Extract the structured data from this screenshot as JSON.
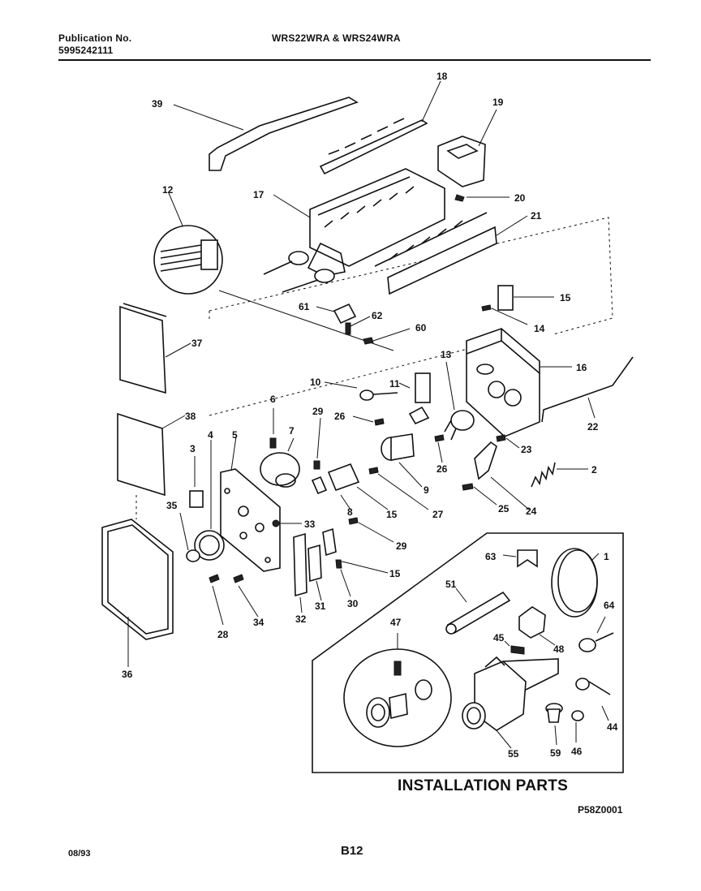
{
  "header": {
    "publication_label": "Publication No.",
    "publication_number": "5995242111",
    "models": "WRS22WRA & WRS24WRA"
  },
  "diagram": {
    "part_numbers": {
      "p1": "1",
      "p2": "2",
      "p3": "3",
      "p4": "4",
      "p5": "5",
      "p6": "6",
      "p7": "7",
      "p8": "8",
      "p9": "9",
      "p10": "10",
      "p11": "11",
      "p12": "12",
      "p13": "13",
      "p14": "14",
      "p15a": "15",
      "p15b": "15",
      "p15c": "15",
      "p16": "16",
      "p17": "17",
      "p18": "18",
      "p19": "19",
      "p20": "20",
      "p21": "21",
      "p22": "22",
      "p23": "23",
      "p24": "24",
      "p25": "25",
      "p26a": "26",
      "p26b": "26",
      "p27": "27",
      "p28": "28",
      "p29a": "29",
      "p29b": "29",
      "p30": "30",
      "p31": "31",
      "p32": "32",
      "p33": "33",
      "p34": "34",
      "p35": "35",
      "p36": "36",
      "p37": "37",
      "p38": "38",
      "p39": "39",
      "p44": "44",
      "p45": "45",
      "p46": "46",
      "p47": "47",
      "p48": "48",
      "p51": "51",
      "p55": "55",
      "p59": "59",
      "p60": "60",
      "p61": "61",
      "p62": "62",
      "p63": "63",
      "p64": "64"
    }
  },
  "installation_caption": "INSTALLATION PARTS",
  "figure_ref": "P58Z0001",
  "page_number": "B12",
  "date": "08/93"
}
